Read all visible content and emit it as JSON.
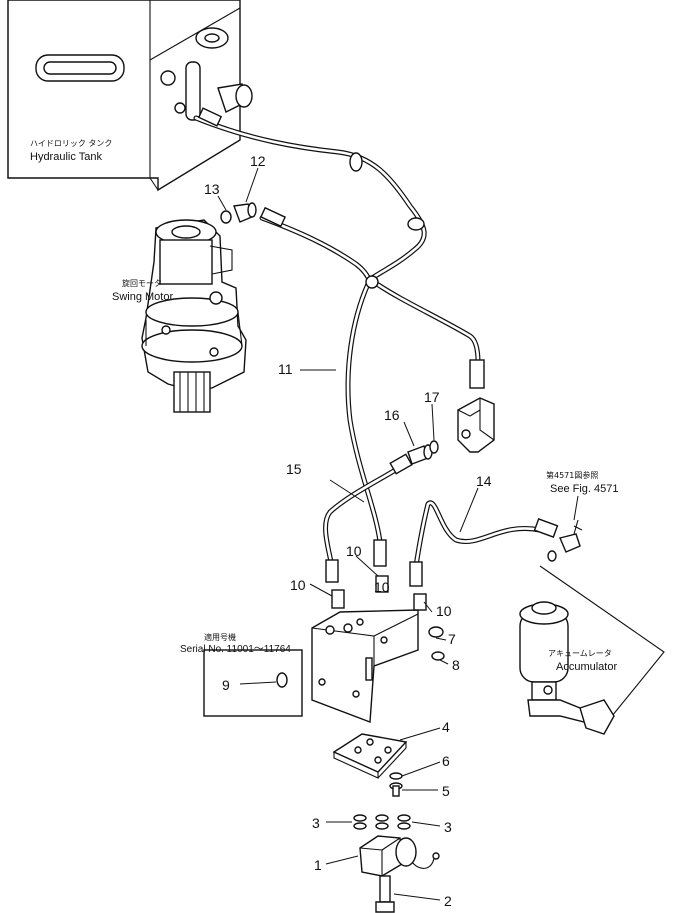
{
  "labels": {
    "hydraulic_tank_jp": "ハイドロリック タンク",
    "hydraulic_tank_en": "Hydraulic Tank",
    "swing_motor_jp": "旋回モータ",
    "swing_motor_en": "Swing Motor",
    "see_fig_jp": "第4571図参照",
    "see_fig_en": "See Fig. 4571",
    "accumulator_jp": "アキュームレータ",
    "accumulator_en": "Accumulator",
    "serial_jp": "適用号機",
    "serial_en": "Serial No. 11001～11764"
  },
  "callouts": {
    "c1": "1",
    "c2": "2",
    "c3a": "3",
    "c3b": "3",
    "c4": "4",
    "c5": "5",
    "c6": "6",
    "c7": "7",
    "c8": "8",
    "c9": "9",
    "c10a": "10",
    "c10b": "10",
    "c10c": "10",
    "c10d": "10",
    "c11": "11",
    "c12": "12",
    "c13": "13",
    "c14": "14",
    "c15": "15",
    "c16": "16",
    "c17": "17"
  }
}
